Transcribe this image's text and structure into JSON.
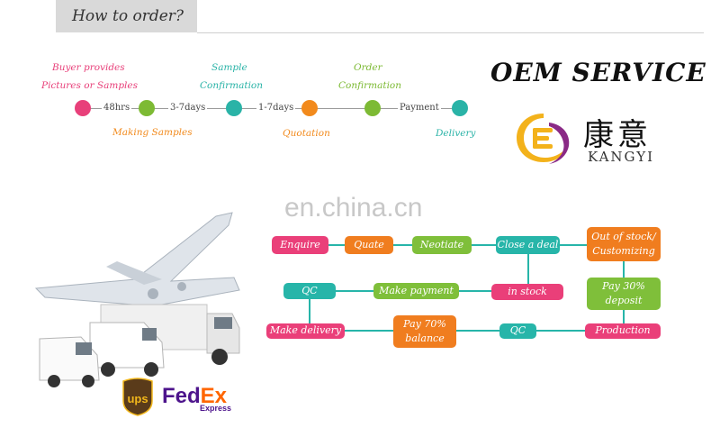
{
  "header": {
    "title": "How to order?"
  },
  "timeline": {
    "top_labels": {
      "buyer_line1": "Buyer provides",
      "buyer_line2": "Pictures or Samples",
      "sample_line1": "Sample",
      "sample_line2": "Confirmation",
      "order_line1": "Order",
      "order_line2": "Confirmation"
    },
    "bottom_labels": {
      "making_samples": "Making Samples",
      "quotation": "Quotation",
      "delivery": "Delivery"
    },
    "segments": [
      "48hrs",
      "3-7days",
      "1-7days",
      "Payment"
    ],
    "colors": {
      "pink": "#e8407a",
      "green": "#7dba34",
      "orange": "#f28a1c",
      "teal": "#2ab3a7"
    }
  },
  "brand": {
    "service_title": "OEM SERVICE",
    "name_cn": "康意",
    "name_en": "KANGYI",
    "logo_colors": [
      "#f3b21b",
      "#8a2a86"
    ]
  },
  "watermark": "en.china.cn",
  "process": {
    "enquire": "Enquire",
    "quate": "Quate",
    "neotiate": "Neotiate",
    "close_deal": "Close a deal",
    "out_of_stock_line1": "Out of stock/",
    "out_of_stock_line2": "Customizing",
    "pay30_line1": "Pay 30%",
    "pay30_line2": "deposit",
    "in_stock": "in stock",
    "make_payment": "Make payment",
    "qc_top": "QC",
    "make_delivery": "Make delivery",
    "pay70_line1": "Pay 70%",
    "pay70_line2": "balance",
    "qc_bottom": "QC",
    "production": "Production"
  },
  "carriers": {
    "ups": "ups",
    "fedex_fed": "Fed",
    "fedex_ex": "Ex",
    "fedex_express": "Express"
  }
}
